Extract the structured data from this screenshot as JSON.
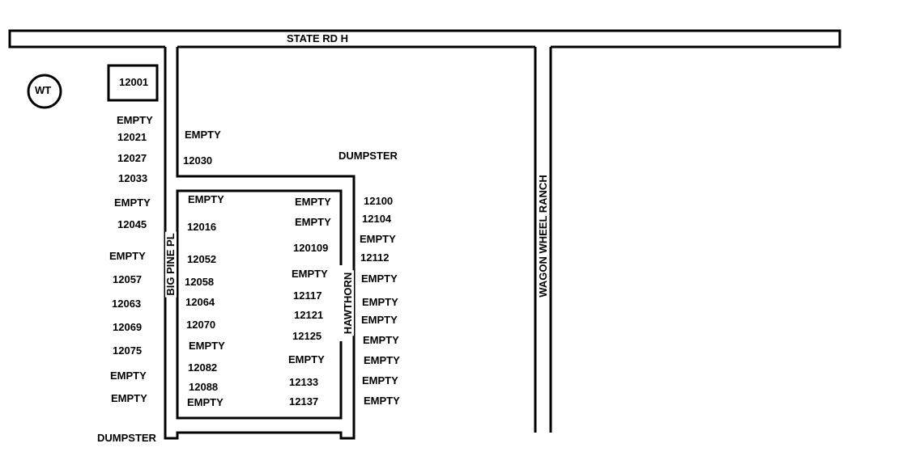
{
  "roads": {
    "state_rd": "STATE RD H",
    "big_pine": "BIG PINE PL",
    "hawthorn": "HAWTHORN",
    "wagon_wheel": "WAGON WHEEL RANCH"
  },
  "water_tower": "WT",
  "boxed_lot": "12001",
  "left_column": [
    "EMPTY",
    "12021",
    "12027",
    "12033",
    "EMPTY",
    "12045",
    "EMPTY",
    "12057",
    "12063",
    "12069",
    "12075",
    "EMPTY",
    "EMPTY"
  ],
  "bottom_dumpster": "DUMPSTER",
  "upper_block": [
    "EMPTY",
    "12030"
  ],
  "upper_dumpster": "DUMPSTER",
  "inner_block_left": [
    "EMPTY",
    "12016",
    "12052",
    "12058",
    "12064",
    "12070",
    "EMPTY",
    "12082",
    "12088",
    "EMPTY"
  ],
  "inner_block_right": [
    "EMPTY",
    "EMPTY",
    "120109",
    "EMPTY",
    "12117",
    "12121",
    "12125",
    "EMPTY",
    "12133",
    "12137"
  ],
  "east_of_hawthorn": [
    "12100",
    "12104",
    "EMPTY",
    "12112",
    "EMPTY",
    "EMPTY",
    "EMPTY",
    "EMPTY",
    "EMPTY",
    "EMPTY",
    "EMPTY"
  ]
}
